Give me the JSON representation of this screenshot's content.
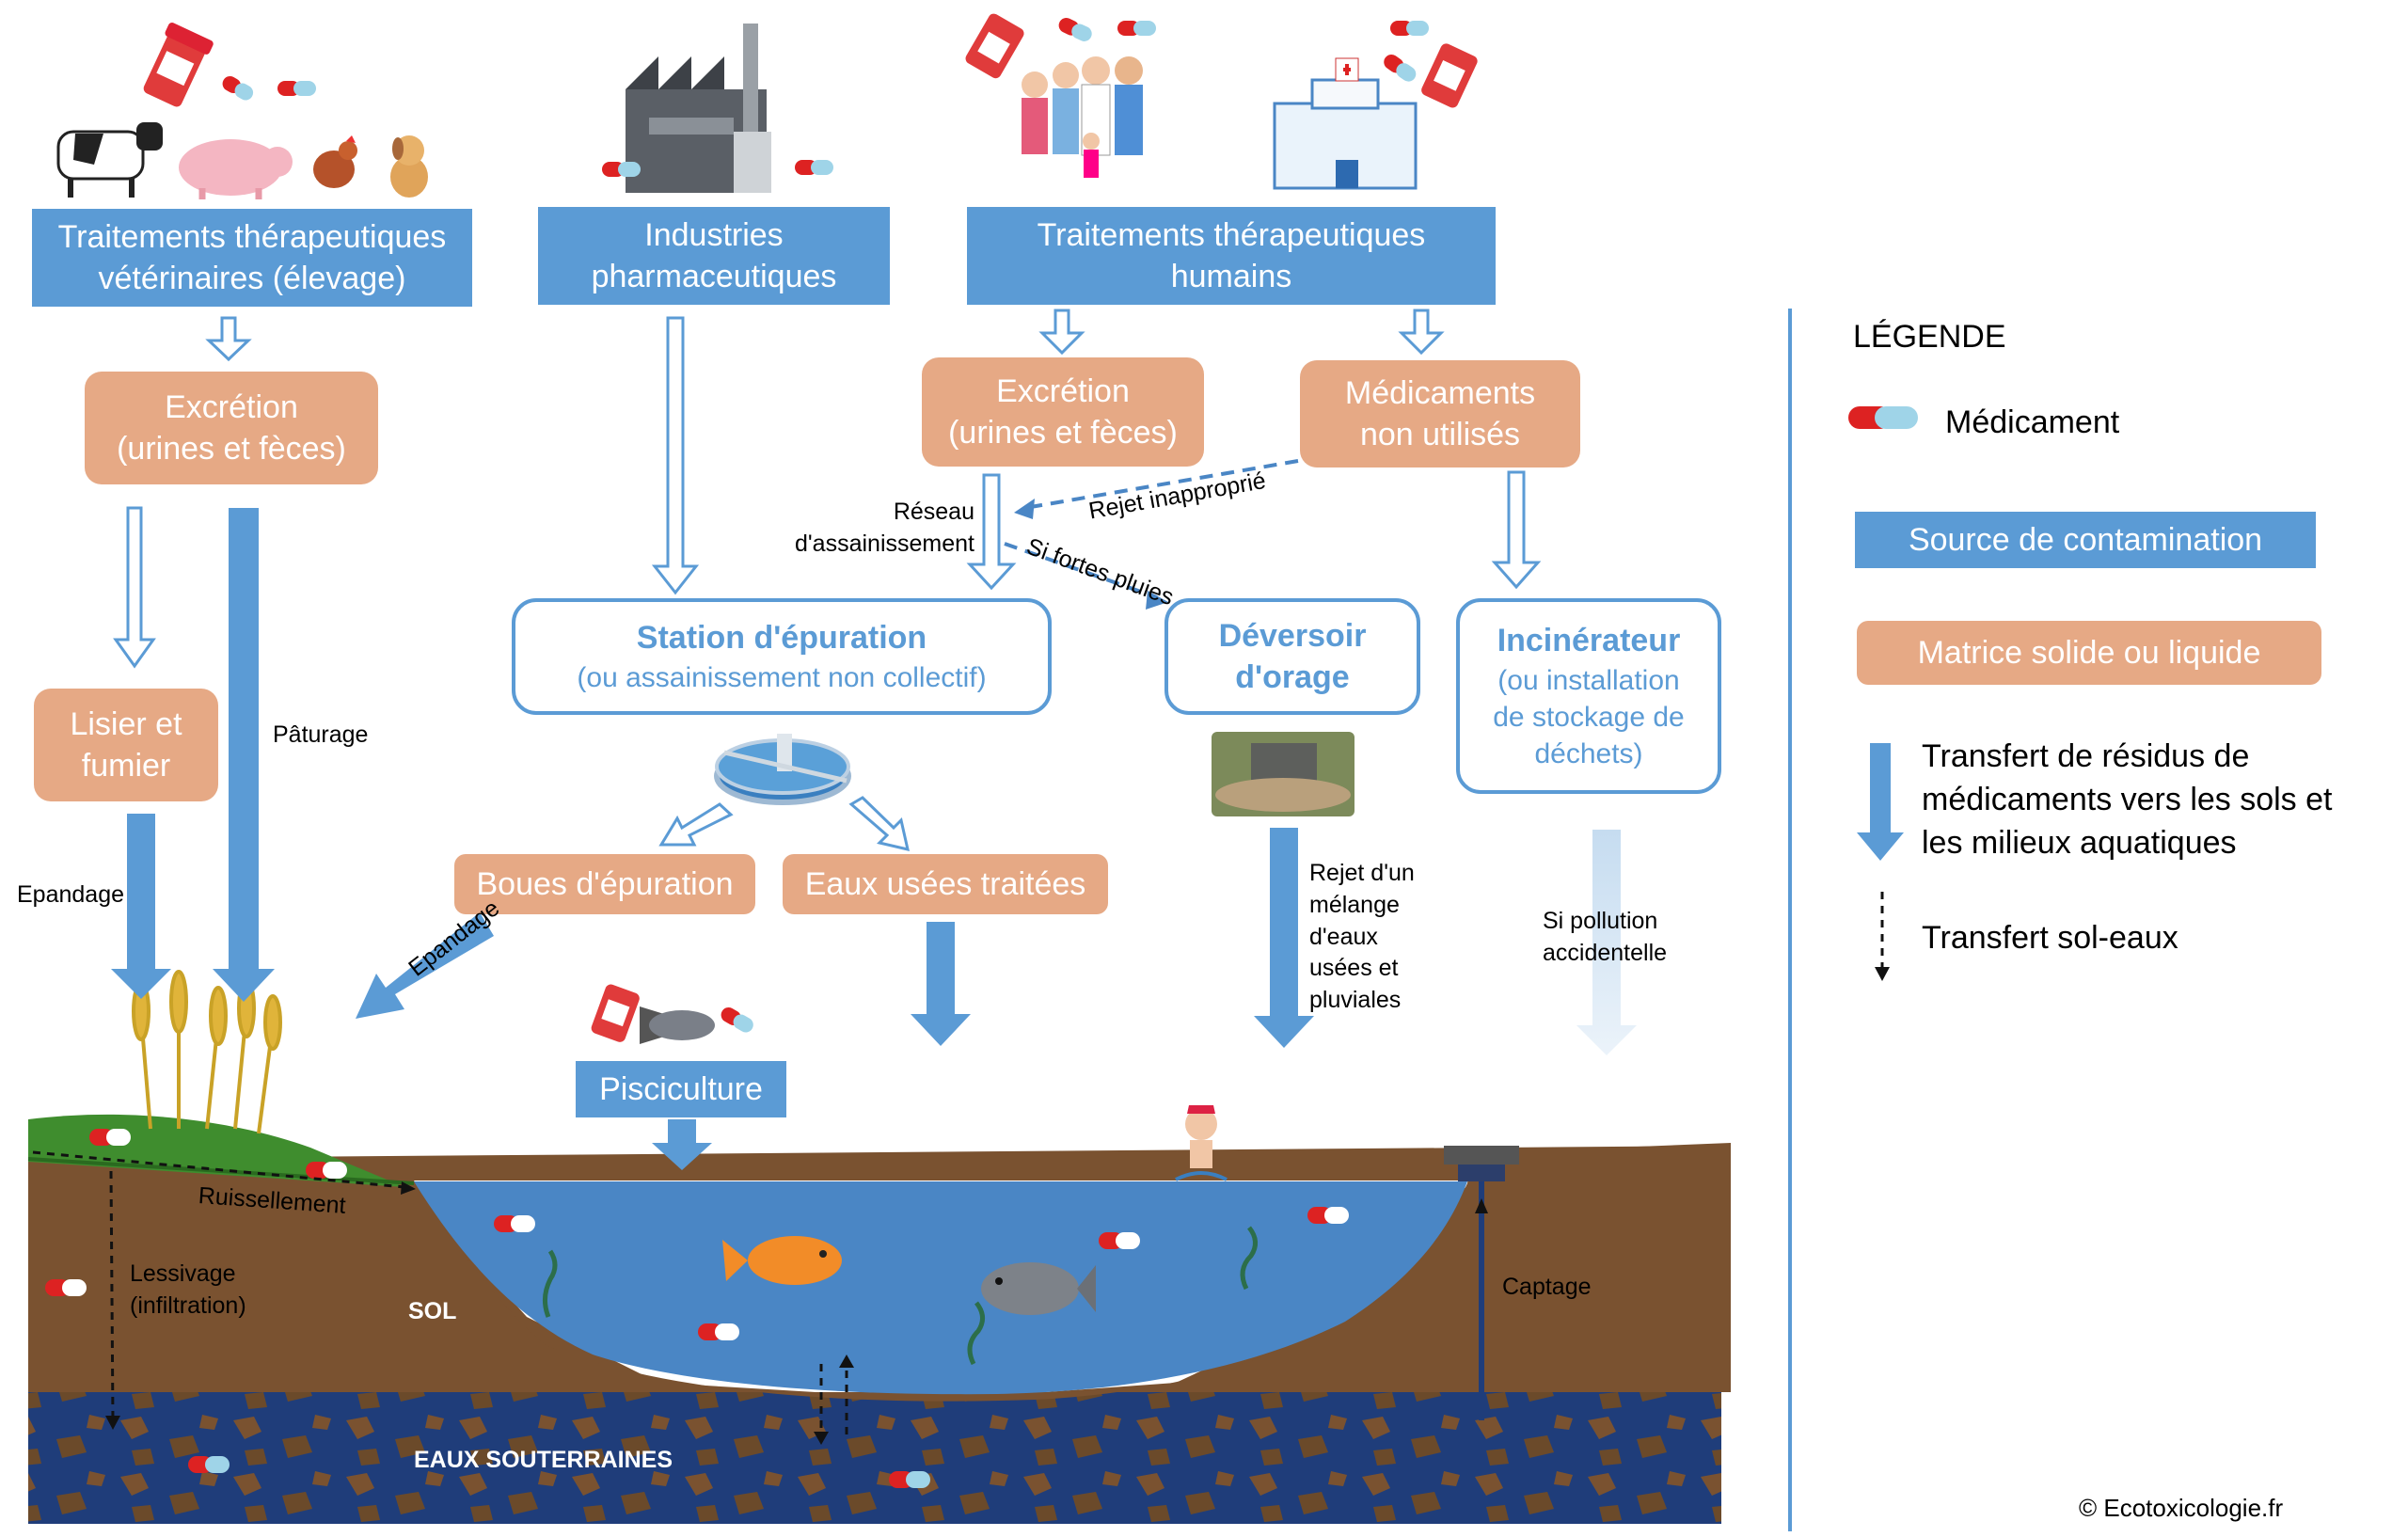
{
  "sources": {
    "veterinary": "Traitements thérapeutiques\nvétérinaires (élevage)",
    "industry": "Industries\npharmaceutiques",
    "human": "Traitements thérapeutiques\nhumains",
    "fish_farming": "Pisciculture"
  },
  "matrices": {
    "excretion_animal": "Excrétion\n(urines et fèces)",
    "slurry": "Lisier et\nfumier",
    "excretion_human": "Excrétion\n(urines et fèces)",
    "unused_drugs": "Médicaments\nnon utilisés",
    "sludge": "Boues d'épuration",
    "treated_water": "Eaux usées traitées"
  },
  "plants": {
    "station_title": "Station d'épuration",
    "station_sub": "(ou assainissement non collectif)",
    "overflow_title": "Déversoir\nd'orage",
    "incinerator_title": "Incinérateur",
    "incinerator_sub": "(ou installation\nde stockage de\ndéchets)"
  },
  "labels": {
    "grazing": "Pâturage",
    "spreading_1": "Epandage",
    "spreading_2": "Epandage",
    "sewer": "Réseau\nd'assainissement",
    "bad_disposal": "Rejet inapproprié",
    "heavy_rain": "Si fortes pluies",
    "mixed_discharge": "Rejet d'un\nmélange\nd'eaux\nusées et\npluviales",
    "accidental": "Si pollution\naccidentelle",
    "runoff": "Ruissellement",
    "leaching": "Lessivage\n(infiltration)",
    "soil": "SOL",
    "groundwater": "EAUX SOUTERRAINES",
    "capture": "Captage"
  },
  "legend": {
    "title": "LÉGENDE",
    "drug": "Médicament",
    "source": "Source de contamination",
    "matrix": "Matrice solide ou liquide",
    "transfer": "Transfert de résidus de\nmédicaments vers les sols et\nles milieux aquatiques",
    "soil_water": "Transfert sol-eaux"
  },
  "copyright": "© Ecotoxicologie.fr",
  "colors": {
    "source_blue": "#5b9bd5",
    "matrix_orange": "#e6a985",
    "soil_brown": "#7a5230",
    "water_blue": "#4a86c5",
    "groundwater_navy": "#1f3d7a",
    "grass_green": "#3f8d2e"
  }
}
